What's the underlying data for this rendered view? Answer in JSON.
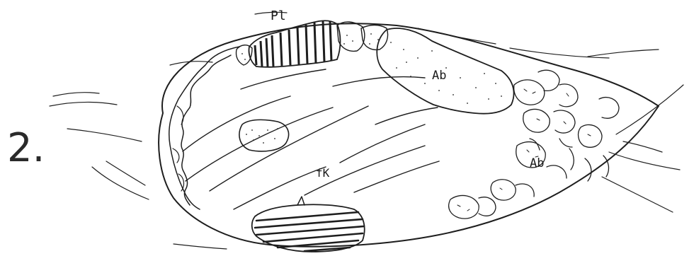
{
  "figure_number": "2.",
  "labels": {
    "plagioclase": "Pl",
    "albite_upper": "Ab",
    "albite_lower": "Ab",
    "k_feldspar": "fK"
  },
  "colors": {
    "ink": "#1e1e1e",
    "paper": "#ffffff"
  }
}
